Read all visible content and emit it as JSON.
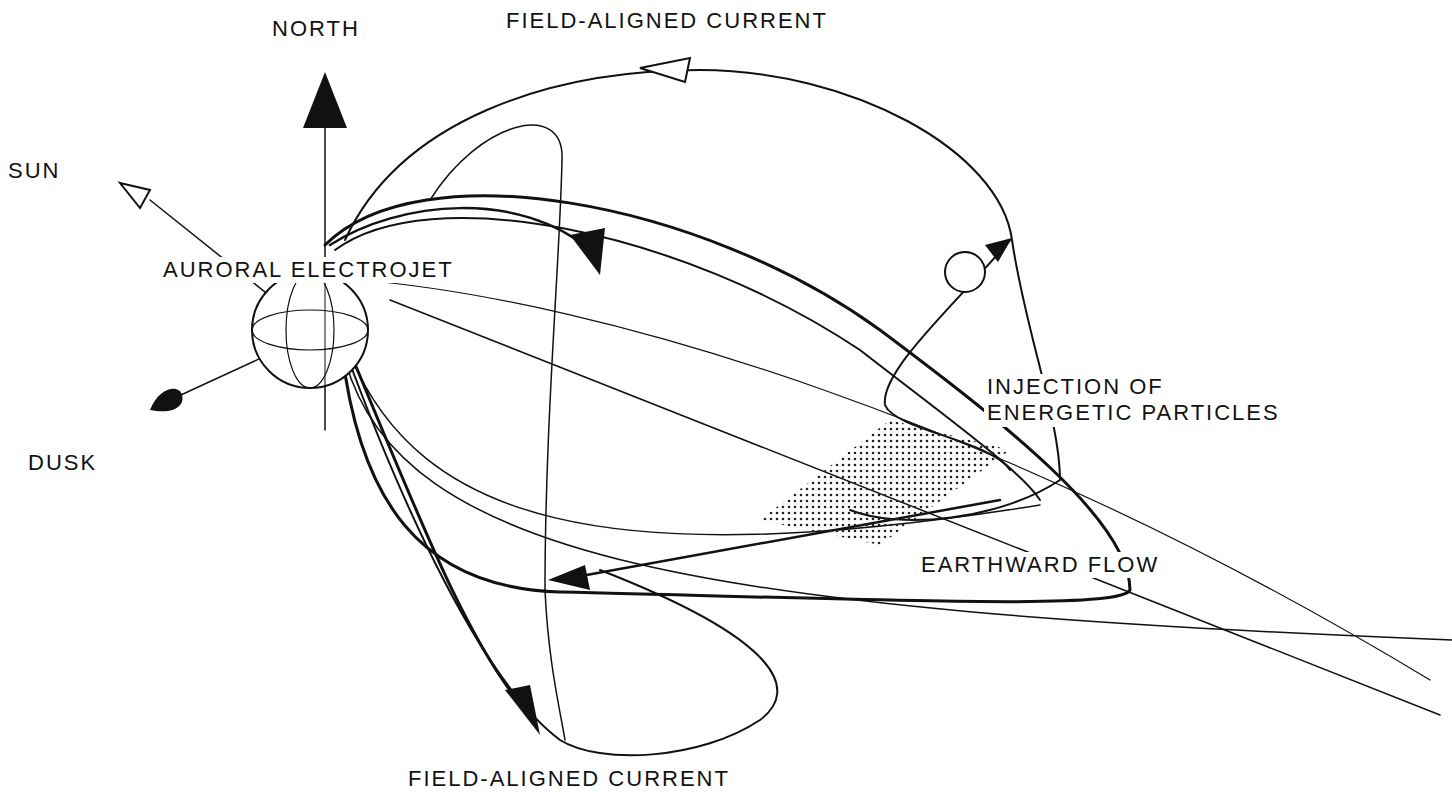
{
  "diagram": {
    "labels": [
      "NORTH",
      "FIELD-ALIGNED CURRENT",
      "SUN",
      "AURORAL ELECTROJET",
      "DUSK",
      "INJECTION OF ENERGETIC PARTICLES",
      "EARTHWARD FLOW",
      "FIELD-ALIGNED CURRENT"
    ]
  }
}
